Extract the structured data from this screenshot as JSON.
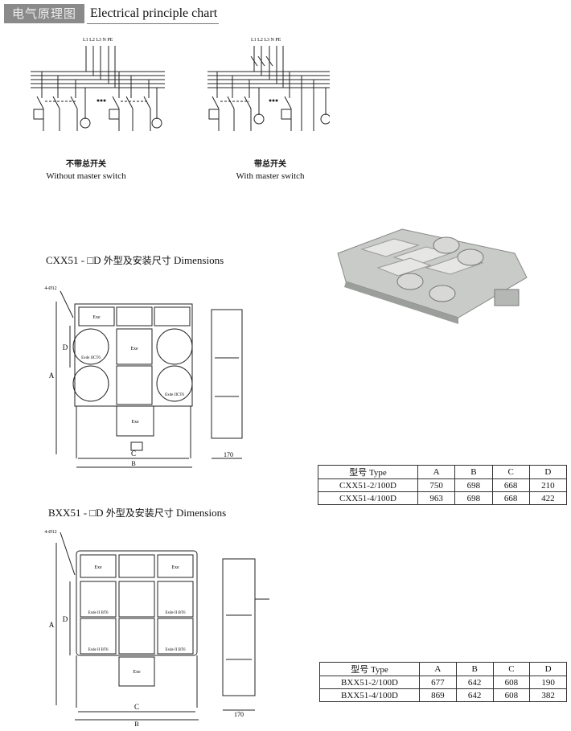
{
  "header": {
    "title_cn": "电气原理图",
    "title_en": "Electrical principle chart"
  },
  "circuits": [
    {
      "terminals": "L1 L2 L3 N PE",
      "caption_cn": "不带总开关",
      "caption_en": "Without master switch"
    },
    {
      "terminals": "L1 L2 L3 N PE",
      "caption_cn": "带总开关",
      "caption_en": "With master switch"
    }
  ],
  "sections": [
    {
      "title_model": "CXX51 -",
      "title_box": "□",
      "title_suffix": "D",
      "title_cn": "外型及安装尺寸",
      "title_en": "Dimensions",
      "drawing": {
        "hole": "4-Ø12",
        "dim_a": "A",
        "dim_b": "B",
        "dim_c": "C",
        "dim_d": "D",
        "depth": "170",
        "label_exe": "Exe",
        "label_rating": "Exde IICT6"
      },
      "table": {
        "headers": [
          "型号 Type",
          "A",
          "B",
          "C",
          "D"
        ],
        "rows": [
          [
            "CXX51-2/100D",
            "750",
            "698",
            "668",
            "210"
          ],
          [
            "CXX51-4/100D",
            "963",
            "698",
            "668",
            "422"
          ]
        ]
      }
    },
    {
      "title_model": "BXX51 -",
      "title_box": "□",
      "title_suffix": "D",
      "title_cn": "外型及安装尺寸",
      "title_en": "Dimensions",
      "drawing": {
        "hole": "4-Ø12",
        "dim_a": "A",
        "dim_b": "B",
        "dim_c": "C",
        "dim_d": "D",
        "depth": "170",
        "label_exe": "Exe",
        "label_rating": "Exde II BT6"
      },
      "table": {
        "headers": [
          "型号 Type",
          "A",
          "B",
          "C",
          "D"
        ],
        "rows": [
          [
            "BXX51-2/100D",
            "677",
            "642",
            "608",
            "190"
          ],
          [
            "BXX51-4/100D",
            "869",
            "642",
            "608",
            "382"
          ]
        ]
      }
    }
  ]
}
